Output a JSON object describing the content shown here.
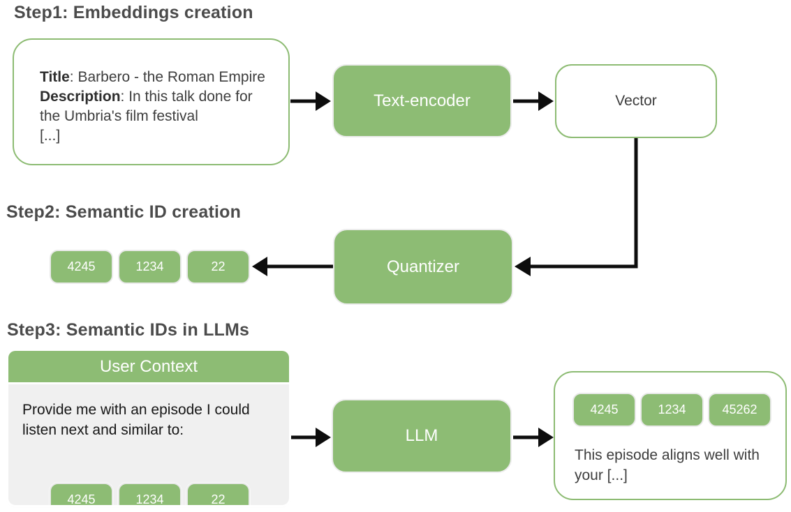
{
  "colors": {
    "green_fill": "#8dbc74",
    "green_border": "#8cbb72",
    "heading_text": "#4b4b4b",
    "body_text": "#3d3d3d",
    "card_body_bg": "#f0f0f0",
    "arrow": "#0d0d0d"
  },
  "step1": {
    "heading": "Step1: Embeddings creation",
    "input_box": {
      "title_label": "Title",
      "title_value": ": Barbero - the Roman Empire",
      "description_label": "Description",
      "description_value": ": In this talk done for the Umbria's film festival",
      "ellipsis": "[...]"
    },
    "encoder_label": "Text-encoder",
    "vector_label": "Vector"
  },
  "step2": {
    "heading": "Step2: Semantic ID creation",
    "quantizer_label": "Quantizer",
    "ids": [
      "4245",
      "1234",
      "22"
    ]
  },
  "step3": {
    "heading": "Step3: Semantic IDs in LLMs",
    "user_context": {
      "title": "User Context",
      "prompt": "Provide me with an episode I could listen next and similar to:",
      "ids": [
        "4245",
        "1234",
        "22"
      ]
    },
    "llm_label": "LLM",
    "output": {
      "ids": [
        "4245",
        "1234",
        "45262"
      ],
      "text": "This episode aligns well with your [...]"
    }
  }
}
